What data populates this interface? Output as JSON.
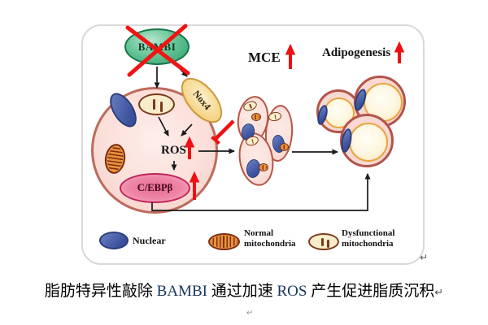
{
  "nodes": {
    "bambi": "BAMBI",
    "nox4": "Nox4",
    "ros": "ROS",
    "cebpb": "C/EBPβ",
    "mce": "MCE",
    "adipogenesis": "Adipogenesis"
  },
  "legend": {
    "nuclear": "Nuclear",
    "normal": "Normal mitochondria",
    "dysfunctional": "Dysfunctional mitochondria"
  },
  "caption": {
    "prefix": "脂肪特异性敲除 ",
    "gene_bambi": "BAMBI",
    "middle": " 通过加速 ",
    "gene_ros": "ROS",
    "suffix": " 产生促进脂质沉积"
  },
  "marks": {
    "return_glyph": "↵"
  },
  "colors": {
    "increase_red": "#ee1111",
    "knockout_cross_red": "#f01414",
    "nucleus_blue": "#4a5fae",
    "cell_pink_border": "#bd6a5c",
    "bambi_green": "#2f9e6c",
    "nox4_orange": "#eec36a",
    "cebpb_pink": "#e96b92",
    "mitochondria_brown": "#e8923f",
    "dysfunctional_cream": "#f8edca",
    "caption_gene_navy": "#17365d"
  }
}
